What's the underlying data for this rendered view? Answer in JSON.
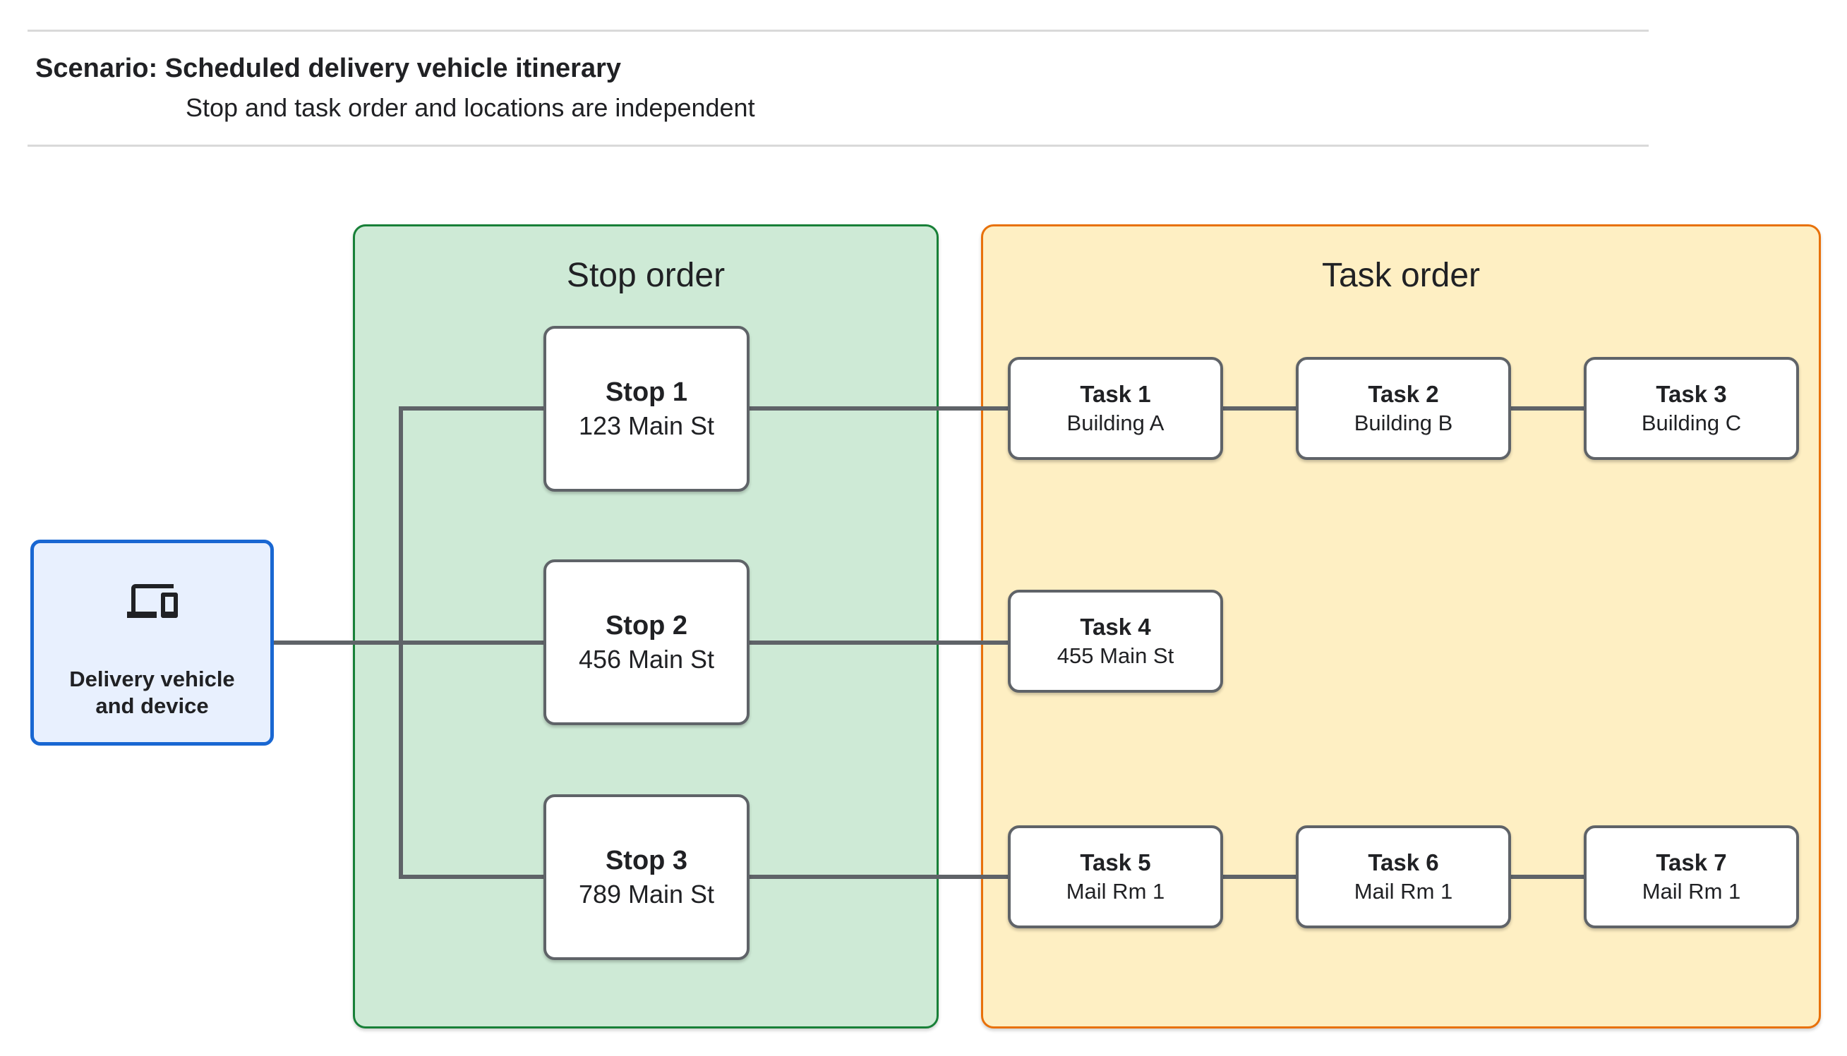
{
  "header": {
    "title": "Scenario: Scheduled delivery vehicle itinerary",
    "subtitle": "Stop and task order and locations are independent"
  },
  "entity": {
    "label_line1": "Delivery vehicle",
    "label_line2": "and device",
    "icon": "devices-icon"
  },
  "panels": {
    "stop": {
      "title": "Stop order",
      "fill_color": "#ceead6",
      "border_color": "#188038",
      "nodes": [
        {
          "title": "Stop 1",
          "subtitle": "123 Main St"
        },
        {
          "title": "Stop 2",
          "subtitle": "456 Main St"
        },
        {
          "title": "Stop 3",
          "subtitle": "789 Main St"
        }
      ]
    },
    "task": {
      "title": "Task order",
      "fill_color": "#feefc3",
      "border_color": "#e8710a",
      "rows": [
        [
          {
            "title": "Task 1",
            "subtitle": "Building A"
          },
          {
            "title": "Task 2",
            "subtitle": "Building B"
          },
          {
            "title": "Task 3",
            "subtitle": "Building C"
          }
        ],
        [
          {
            "title": "Task 4",
            "subtitle": "455 Main St"
          }
        ],
        [
          {
            "title": "Task 5",
            "subtitle": "Mail Rm 1"
          },
          {
            "title": "Task 6",
            "subtitle": "Mail Rm 1"
          },
          {
            "title": "Task 7",
            "subtitle": "Mail Rm 1"
          }
        ]
      ]
    }
  },
  "colors": {
    "entity_fill": "#e8f0fe",
    "entity_border": "#1967d2",
    "node_border": "#5f6368",
    "connector": "#5f6368",
    "text": "#202124",
    "separator": "#d9d9d9"
  }
}
